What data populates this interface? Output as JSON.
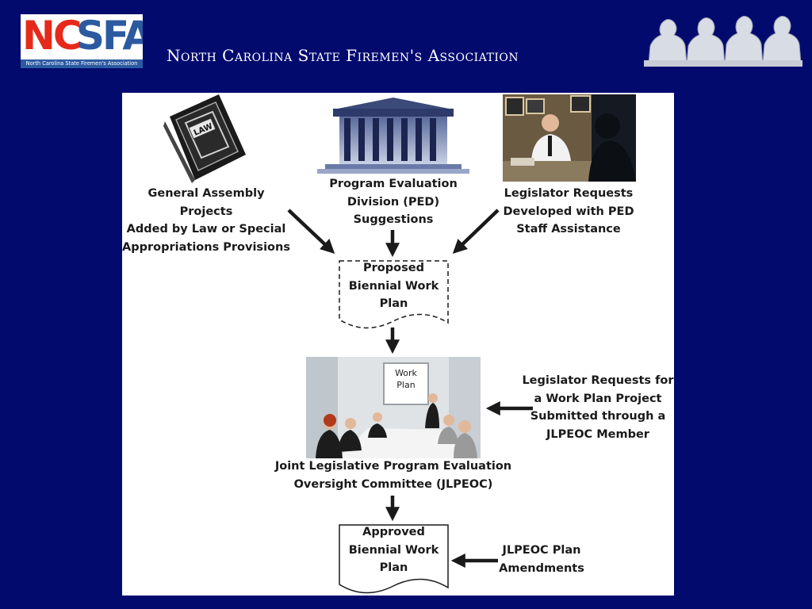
{
  "header": {
    "title": "North Carolina State Firemen's Association",
    "logo_nc": "NC",
    "logo_sfa": "SFA",
    "logo_subtitle": "North Carolina State Firemen's Association"
  },
  "diagram": {
    "source_law": "General Assembly Projects\nAdded by Law or Special\nAppropriations Provisions",
    "book_label": "LAW",
    "source_ped": "Program Evaluation\nDivision (PED)\nSuggestions",
    "source_legislator": "Legislator Requests\nDeveloped with PED\nStaff Assistance",
    "proposed_plan": "Proposed\nBiennial Work\nPlan",
    "meeting_board": "Work\nPlan",
    "committee": "Joint Legislative Program Evaluation\nOversight Committee (JLPEOC)",
    "member_requests": "Legislator Requests for\na Work Plan Project\nSubmitted through a\nJLPEOC Member",
    "approved_plan": "Approved\nBiennial Work\nPlan",
    "amendments": "JLPEOC Plan\nAmendments"
  },
  "colors": {
    "background": "#020a6e",
    "panel": "#ffffff",
    "logo_red": "#e52a1c",
    "logo_blue": "#2c5aa0"
  }
}
